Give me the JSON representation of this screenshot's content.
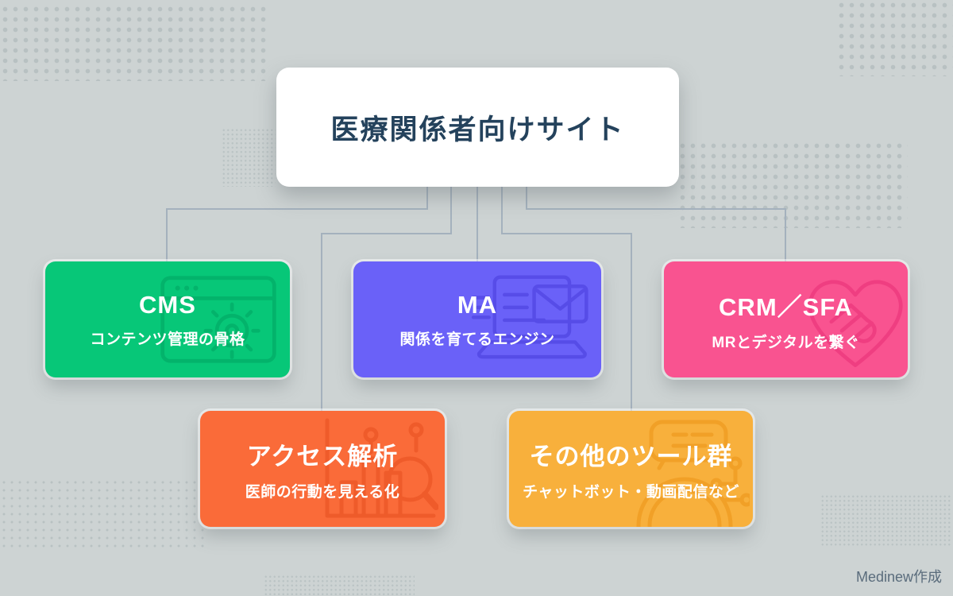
{
  "page": {
    "background_color": "#cdd3d3",
    "connector_color": "#a4b1bd",
    "credit": "Medinew作成"
  },
  "root": {
    "title": "医療関係者向けサイト",
    "background_color": "#ffffff",
    "text_color": "#24425c"
  },
  "nodes": [
    {
      "id": "cms",
      "title": "CMS",
      "subtitle": "コンテンツ管理の骨格",
      "color": "#07c778",
      "icon": "browser-gear-icon"
    },
    {
      "id": "ma",
      "title": "MA",
      "subtitle": "関係を育てるエンジン",
      "color": "#6a61f8",
      "icon": "laptop-mail-icon"
    },
    {
      "id": "crm",
      "title": "CRM／SFA",
      "subtitle": "MRとデジタルを繋ぐ",
      "color": "#f95390",
      "icon": "handshake-heart-icon"
    },
    {
      "id": "access",
      "title": "アクセス解析",
      "subtitle": "医師の行動を見える化",
      "color": "#fa6b39",
      "icon": "chart-magnifier-icon"
    },
    {
      "id": "tools",
      "title": "その他のツール群",
      "subtitle": "チャットボット・動画配信など",
      "color": "#f8b03c",
      "icon": "chatbot-icon"
    }
  ]
}
